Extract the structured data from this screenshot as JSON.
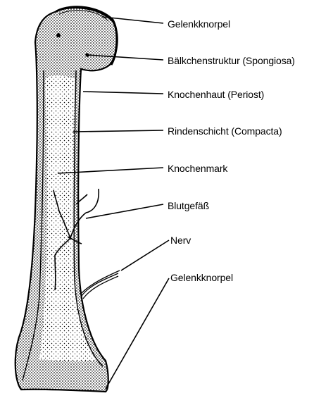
{
  "labels": [
    {
      "id": "articular-cartilage-top",
      "text": "Gelenkknorpel"
    },
    {
      "id": "spongy-bone",
      "text": "Bälkchenstruktur (Spongiosa)"
    },
    {
      "id": "periosteum",
      "text": "Knochenhaut (Periost)"
    },
    {
      "id": "compact-bone",
      "text": "Rindenschicht (Compacta)"
    },
    {
      "id": "bone-marrow",
      "text": "Knochenmark"
    },
    {
      "id": "blood-vessel",
      "text": "Blutgefäß"
    },
    {
      "id": "nerve",
      "text": "Nerv"
    },
    {
      "id": "articular-cartilage-bottom",
      "text": "Gelenkknorpel"
    }
  ],
  "colors": {
    "ink": "#000000",
    "background": "#ffffff"
  }
}
